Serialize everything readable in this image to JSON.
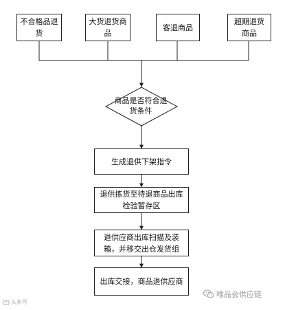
{
  "sources": [
    {
      "label": "不合格品退货"
    },
    {
      "label": "大货退货商品"
    },
    {
      "label": "客退商品"
    },
    {
      "label": "超期退货商品"
    }
  ],
  "decision": {
    "label": "商品是否符合退货条件"
  },
  "steps": [
    {
      "label": "生成退供下架指令"
    },
    {
      "label": "退供拣货至待退商品出库检验暂存区"
    },
    {
      "label": "退供应商出库扫描及装箱，并移交出仓发货组"
    },
    {
      "label": "出库交接，商品退供应商"
    }
  ],
  "watermarks": {
    "left_text": "头条号",
    "left_icon": "toutiao-icon",
    "right_text": "唯品会供应链",
    "right_icon": "wechat-icon"
  },
  "colors": {
    "line": "#222222",
    "watermark": "#9a9a9a"
  }
}
